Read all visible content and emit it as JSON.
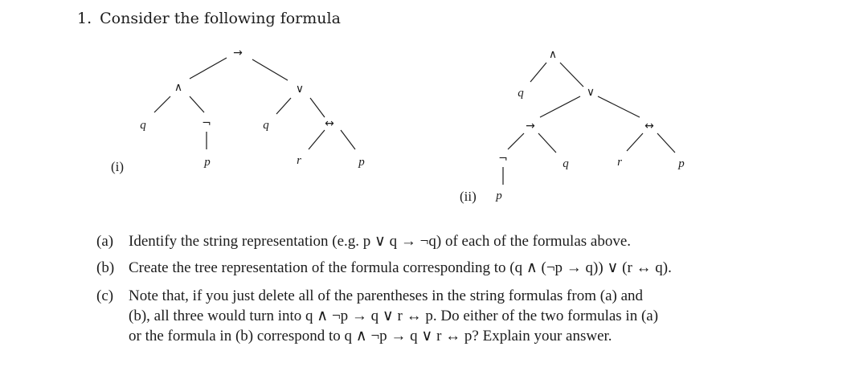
{
  "heading": {
    "number": "1.",
    "text": "Consider the following formula"
  },
  "tree1": {
    "label": "(i)",
    "root": "→",
    "left_op": "∧",
    "right_op": "∨",
    "q1": "q",
    "neg": "¬",
    "p1": "p",
    "q2": "q",
    "iff": "↔",
    "r": "r",
    "p2": "p"
  },
  "tree2": {
    "label": "(ii)",
    "root": "∧",
    "q1": "q",
    "or": "∨",
    "imp": "→",
    "iff": "↔",
    "neg": "¬",
    "q2": "q",
    "r": "r",
    "p2": "p",
    "p1": "p"
  },
  "questions": [
    {
      "mark": "(a)",
      "text": "Identify the string representation (e.g. p ∨ q → ¬q) of each of the formulas above."
    },
    {
      "mark": "(b)",
      "text": "Create the tree representation of the formula corresponding to (q ∧ (¬p → q)) ∨ (r ↔ q)."
    },
    {
      "mark": "(c)",
      "line1": "Note that, if you just delete all of the parentheses in the string formulas from (a) and",
      "line2": "(b), all three would turn into q ∧ ¬p → q ∨ r ↔ p. Do either of the two formulas in (a)",
      "line3": "or the formula in (b) correspond to q ∧ ¬p → q ∨ r ↔ p? Explain your answer."
    }
  ]
}
